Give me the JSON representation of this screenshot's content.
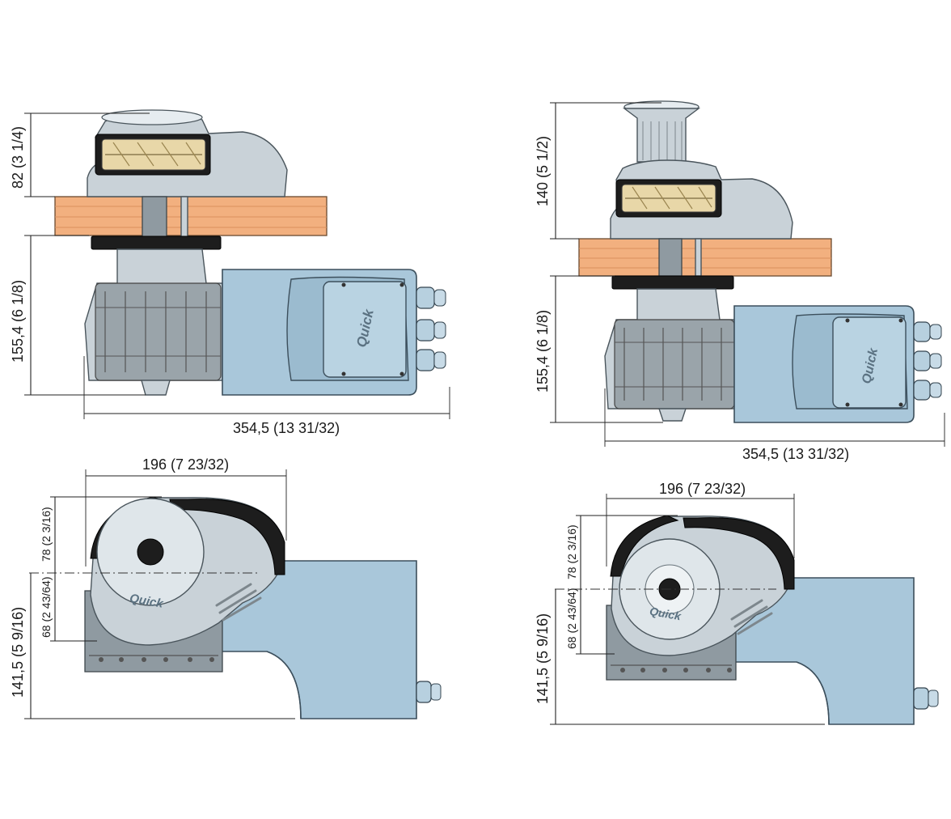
{
  "dimensions": {
    "tl_height_top": "82 (3 1/4)",
    "tl_height_bottom": "155,4 (6 1/8)",
    "tl_width": "354,5 (13 31/32)",
    "tr_height_top": "140 (5 1/2)",
    "tr_height_bottom": "155,4 (6 1/8)",
    "tr_width": "354,5 (13 31/32)",
    "bl_width": "196 (7 23/32)",
    "bl_h1": "78 (2 3/16)",
    "bl_h2": "68 (2 43/64)",
    "bl_h3": "141,5 (5 9/16)",
    "br_width": "196 (7 23/32)",
    "br_h1": "78 (2 3/16)",
    "br_h2": "68 (2 43/64)",
    "br_h3": "141,5 (5 9/16)"
  },
  "logos": {
    "brand": "Quick"
  },
  "colors": {
    "motor": "#a9c7da",
    "deck": "#f2b07f",
    "steel": "#c9d2d8",
    "gypsy": "#e8d7a8"
  }
}
